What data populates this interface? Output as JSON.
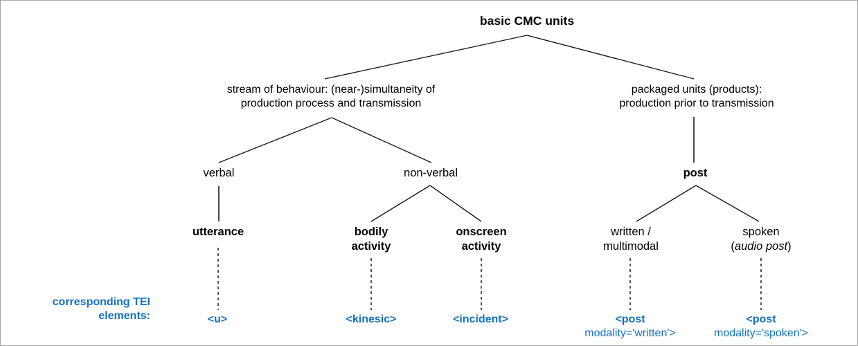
{
  "diagram": {
    "title": "basic CMC units",
    "nodes": {
      "root": "basic CMC units",
      "stream": "stream of behaviour: (near-)simultaneity of\nproduction process and transmission",
      "packaged": "packaged units (products):\nproduction prior to transmission",
      "verbal": "verbal",
      "nonverbal": "non-verbal",
      "post": "post",
      "utterance": "utterance",
      "bodily": "bodily\nactivity",
      "onscreen": "onscreen\nactivity",
      "written": "written /\nmultimodal",
      "spoken_line1": "spoken",
      "spoken_line2_prefix": "(",
      "spoken_line2_italic": "audio post",
      "spoken_line2_suffix": ")"
    },
    "tei": {
      "label": "corresponding TEI\nelements:",
      "u": "<u>",
      "kinesic": "<kinesic>",
      "incident": "<incident>",
      "post_written_tag": "<post",
      "post_written_attr": "modality='written'>",
      "post_spoken_tag": "<post",
      "post_spoken_attr": "modality='spoken'>"
    },
    "colors": {
      "tei_blue": "#1271c4",
      "line_black": "#1a1a1a",
      "border_gray": "#a8a8a8",
      "background": "#ffffff"
    }
  }
}
